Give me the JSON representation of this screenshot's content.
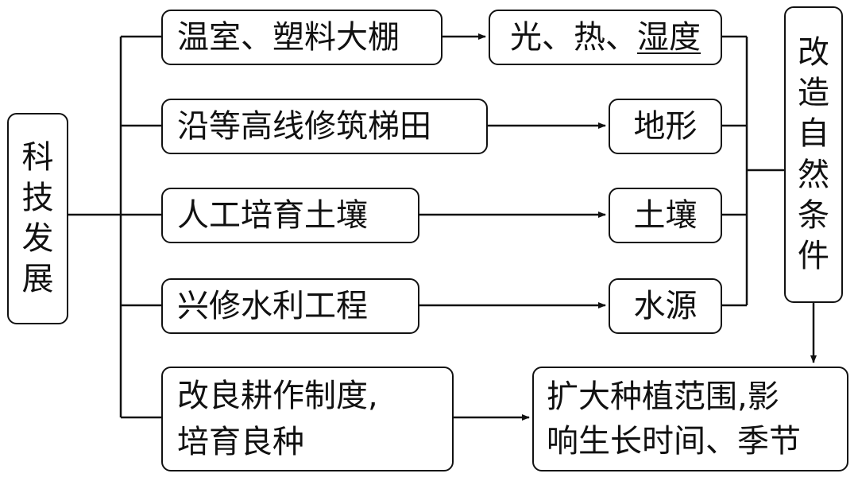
{
  "source": {
    "chars": [
      "科",
      "技",
      "发",
      "展"
    ]
  },
  "methods": {
    "greenhouse": "温室、塑料大棚",
    "terraces": "沿等高线修筑梯田",
    "soil": "人工培育土壤",
    "water": "兴修水利工程",
    "farming_line1": "改良耕作制度,",
    "farming_line2": "培育良种"
  },
  "factors": {
    "light_heat": "光、热、",
    "humidity": "湿度",
    "terrain": "地形",
    "soil": "土壤",
    "water": "水源"
  },
  "result": {
    "chars": [
      "改",
      "造",
      "自",
      "然",
      "条",
      "件"
    ]
  },
  "outcome": {
    "line1": "扩大种植范围,影",
    "line2": "响生长时间、季节"
  },
  "colors": {
    "line": "#111111",
    "background": "#ffffff"
  }
}
